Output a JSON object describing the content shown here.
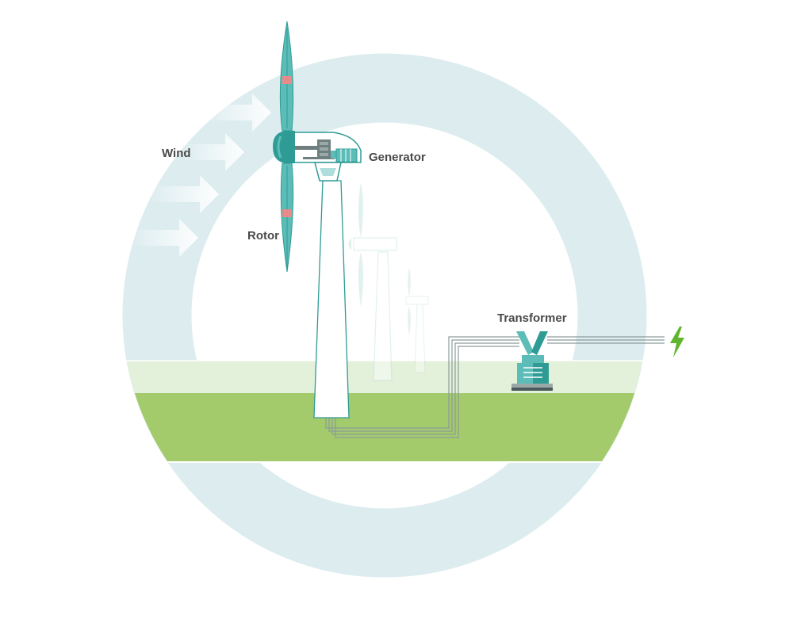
{
  "labels": {
    "wind": "Wind",
    "generator": "Generator",
    "rotor": "Rotor",
    "transformer": "Transformer"
  },
  "colors": {
    "ring": "#dcecef",
    "ground_light": "#e3f0da",
    "ground": "#a3cb6b",
    "turbine_teal": "#2e9b95",
    "turbine_light": "#5cbdb8",
    "blade_mark": "#e98a8a",
    "cable": "#8c9c9c",
    "energy_bolt": "#5fb52e",
    "label_text": "#4a4a4a"
  },
  "icons": {
    "energy": "lightning-bolt-icon",
    "wind": "wind-arrow-icon"
  }
}
